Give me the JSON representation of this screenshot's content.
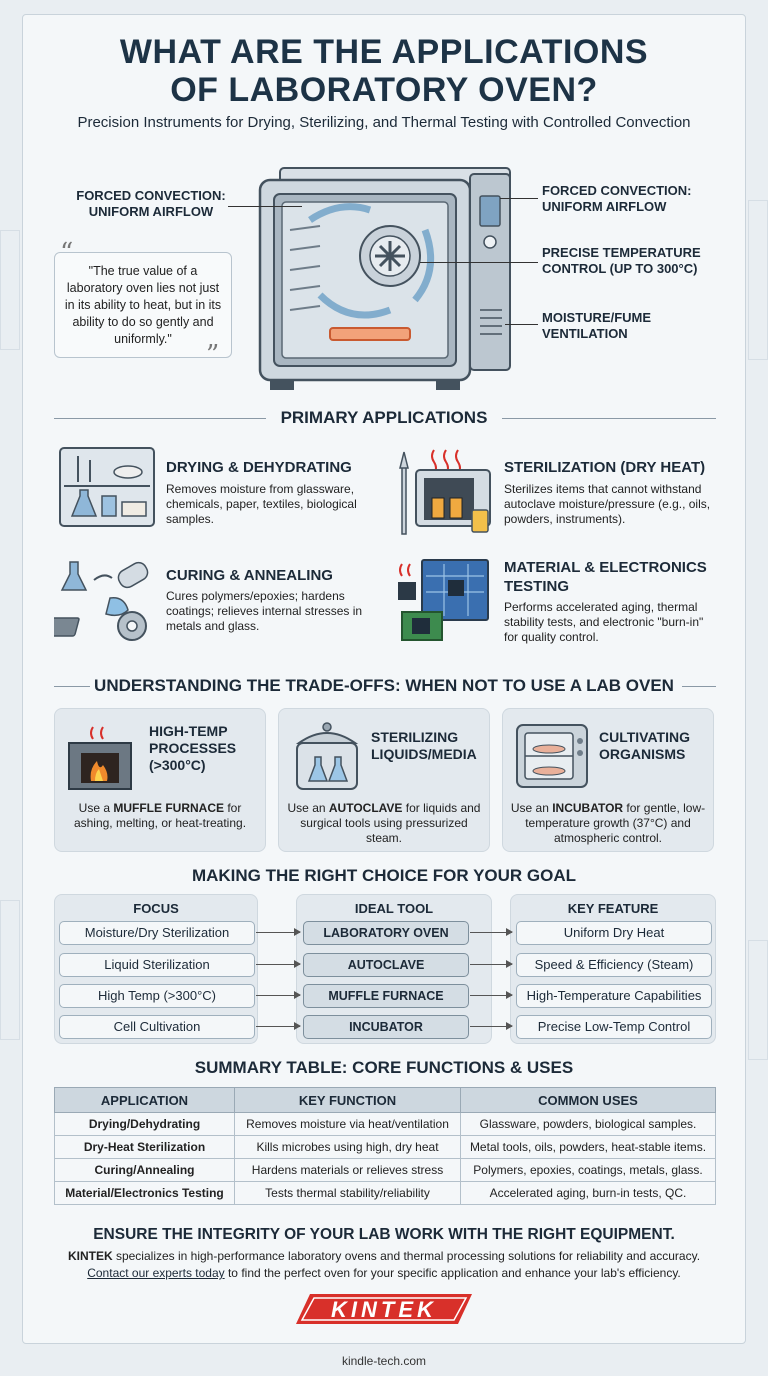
{
  "header": {
    "title_line1": "WHAT ARE THE APPLICATIONS",
    "title_line2": "OF LABORATORY OVEN?",
    "subtitle": "Precision Instruments for Drying, Sterilizing, and Thermal Testing with Controlled Convection"
  },
  "oven_callouts": {
    "left": "FORCED CONVECTION: UNIFORM AIRFLOW",
    "right1": "FORCED CONVECTION: UNIFORM AIRFLOW",
    "right2": "PRECISE TEMPERATURE CONTROL (UP TO 300°C)",
    "right3": "MOISTURE/FUME VENTILATION"
  },
  "quote": "\"The true value of a laboratory oven lies not just in its ability to heat, but in its ability to do so gently and uniformly.\"",
  "primary": {
    "heading": "PRIMARY APPLICATIONS",
    "items": [
      {
        "title": "DRYING & DEHYDRATING",
        "desc": "Removes moisture from glassware, chemicals, paper, textiles, biological samples."
      },
      {
        "title": "STERILIZATION (DRY HEAT)",
        "desc": "Sterilizes items that cannot withstand autoclave moisture/pressure (e.g., oils, powders, instruments)."
      },
      {
        "title": "CURING & ANNEALING",
        "desc": "Cures polymers/epoxies; hardens coatings; relieves internal stresses in metals and glass."
      },
      {
        "title": "MATERIAL & ELECTRONICS TESTING",
        "desc": "Performs accelerated aging, thermal stability tests, and electronic \"burn-in\" for quality control."
      }
    ]
  },
  "tradeoffs": {
    "heading": "UNDERSTANDING THE TRADE-OFFS: WHEN NOT TO USE A LAB OVEN",
    "cards": [
      {
        "title": "HIGH-TEMP PROCESSES (>300°C)",
        "pre": "Use a ",
        "tool": "MUFFLE FURNACE",
        "post": " for ashing, melting, or heat-treating."
      },
      {
        "title": "STERILIZING LIQUIDS/MEDIA",
        "pre": "Use an ",
        "tool": "AUTOCLAVE",
        "post": " for liquids and surgical tools using pressurized steam."
      },
      {
        "title": "CULTIVATING ORGANISMS",
        "pre": "Use an ",
        "tool": "INCUBATOR",
        "post": " for gentle, low-temperature growth (37°C) and atmospheric control."
      }
    ]
  },
  "choice": {
    "heading": "MAKING THE RIGHT CHOICE FOR YOUR GOAL",
    "col_focus": "FOCUS",
    "col_tool": "IDEAL TOOL",
    "col_feature": "KEY FEATURE",
    "rows": [
      {
        "focus": "Moisture/Dry Sterilization",
        "tool": "LABORATORY OVEN",
        "feature": "Uniform Dry Heat"
      },
      {
        "focus": "Liquid Sterilization",
        "tool": "AUTOCLAVE",
        "feature": "Speed & Efficiency (Steam)"
      },
      {
        "focus": "High Temp (>300°C)",
        "tool": "MUFFLE FURNACE",
        "feature": "High-Temperature Capabilities"
      },
      {
        "focus": "Cell Cultivation",
        "tool": "INCUBATOR",
        "feature": "Precise Low-Temp Control"
      }
    ]
  },
  "summary": {
    "heading": "SUMMARY TABLE: CORE FUNCTIONS & USES",
    "headers": [
      "APPLICATION",
      "KEY FUNCTION",
      "COMMON USES"
    ],
    "rows": [
      [
        "Drying/Dehydrating",
        "Removes moisture via heat/ventilation",
        "Glassware, powders, biological samples."
      ],
      [
        "Dry-Heat Sterilization",
        "Kills microbes using high, dry heat",
        "Metal tools, oils, powders, heat-stable items."
      ],
      [
        "Curing/Annealing",
        "Hardens materials or relieves stress",
        "Polymers, epoxies, coatings, metals, glass."
      ],
      [
        "Material/Electronics Testing",
        "Tests thermal stability/reliability",
        "Accelerated aging, burn-in tests, QC."
      ]
    ]
  },
  "cta": {
    "heading": "ENSURE THE INTEGRITY OF YOUR LAB WORK WITH THE RIGHT EQUIPMENT.",
    "brand": "KINTEK",
    "line1": " specializes in high-performance laboratory ovens and thermal processing solutions for reliability and accuracy.",
    "link": "Contact our experts today",
    "line2": " to find the perfect oven for your specific application and enhance your lab's efficiency."
  },
  "logo_text": "KINTEK",
  "footer": "kindle-tech.com",
  "colors": {
    "accent_red": "#d8302a",
    "navy": "#1d3346",
    "panel": "#e3e9ee"
  }
}
